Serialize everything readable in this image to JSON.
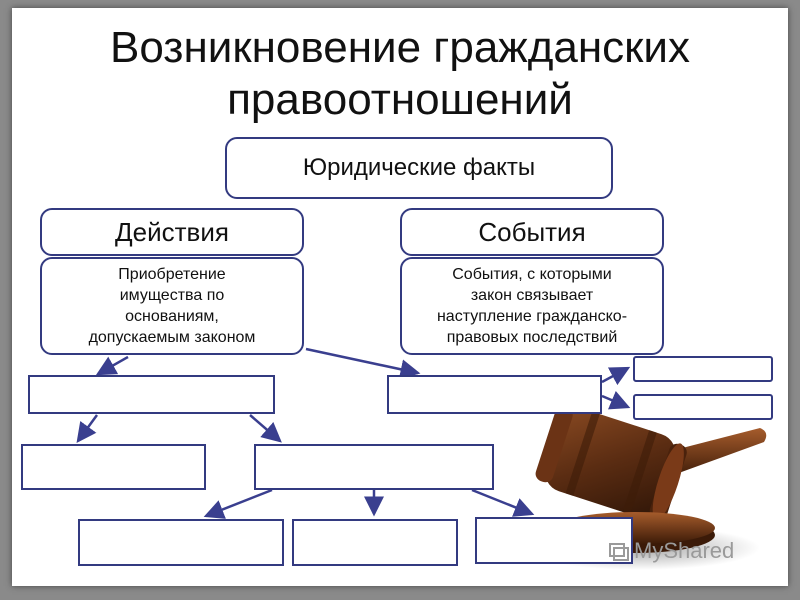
{
  "title": {
    "line1": "Возникновение гражданских",
    "line2": "правоотношений"
  },
  "root": {
    "label": "Юридические факты"
  },
  "actions": {
    "header": "Действия",
    "description": [
      "Приобретение",
      "имущества по",
      "основаниям,",
      "допускаемым законом"
    ]
  },
  "events": {
    "header": "События",
    "description": [
      "События, с которыми",
      "закон связывает",
      "наступление гражданско-",
      "правовых последствий"
    ]
  },
  "empty_boxes": [
    "left-level1",
    "left-level2-a",
    "left-level2-b",
    "left-level3-a",
    "left-level3-b",
    "left-level3-c",
    "right-level1",
    "right-level2-a",
    "right-level2-b"
  ],
  "colors": {
    "border": "#333a80",
    "arrow": "#3a3f8f",
    "background": "#8a8a8a"
  },
  "watermark": {
    "text": "MyShared",
    "icon": "mysh-icon"
  },
  "decor": {
    "gavel": "gavel-image"
  }
}
